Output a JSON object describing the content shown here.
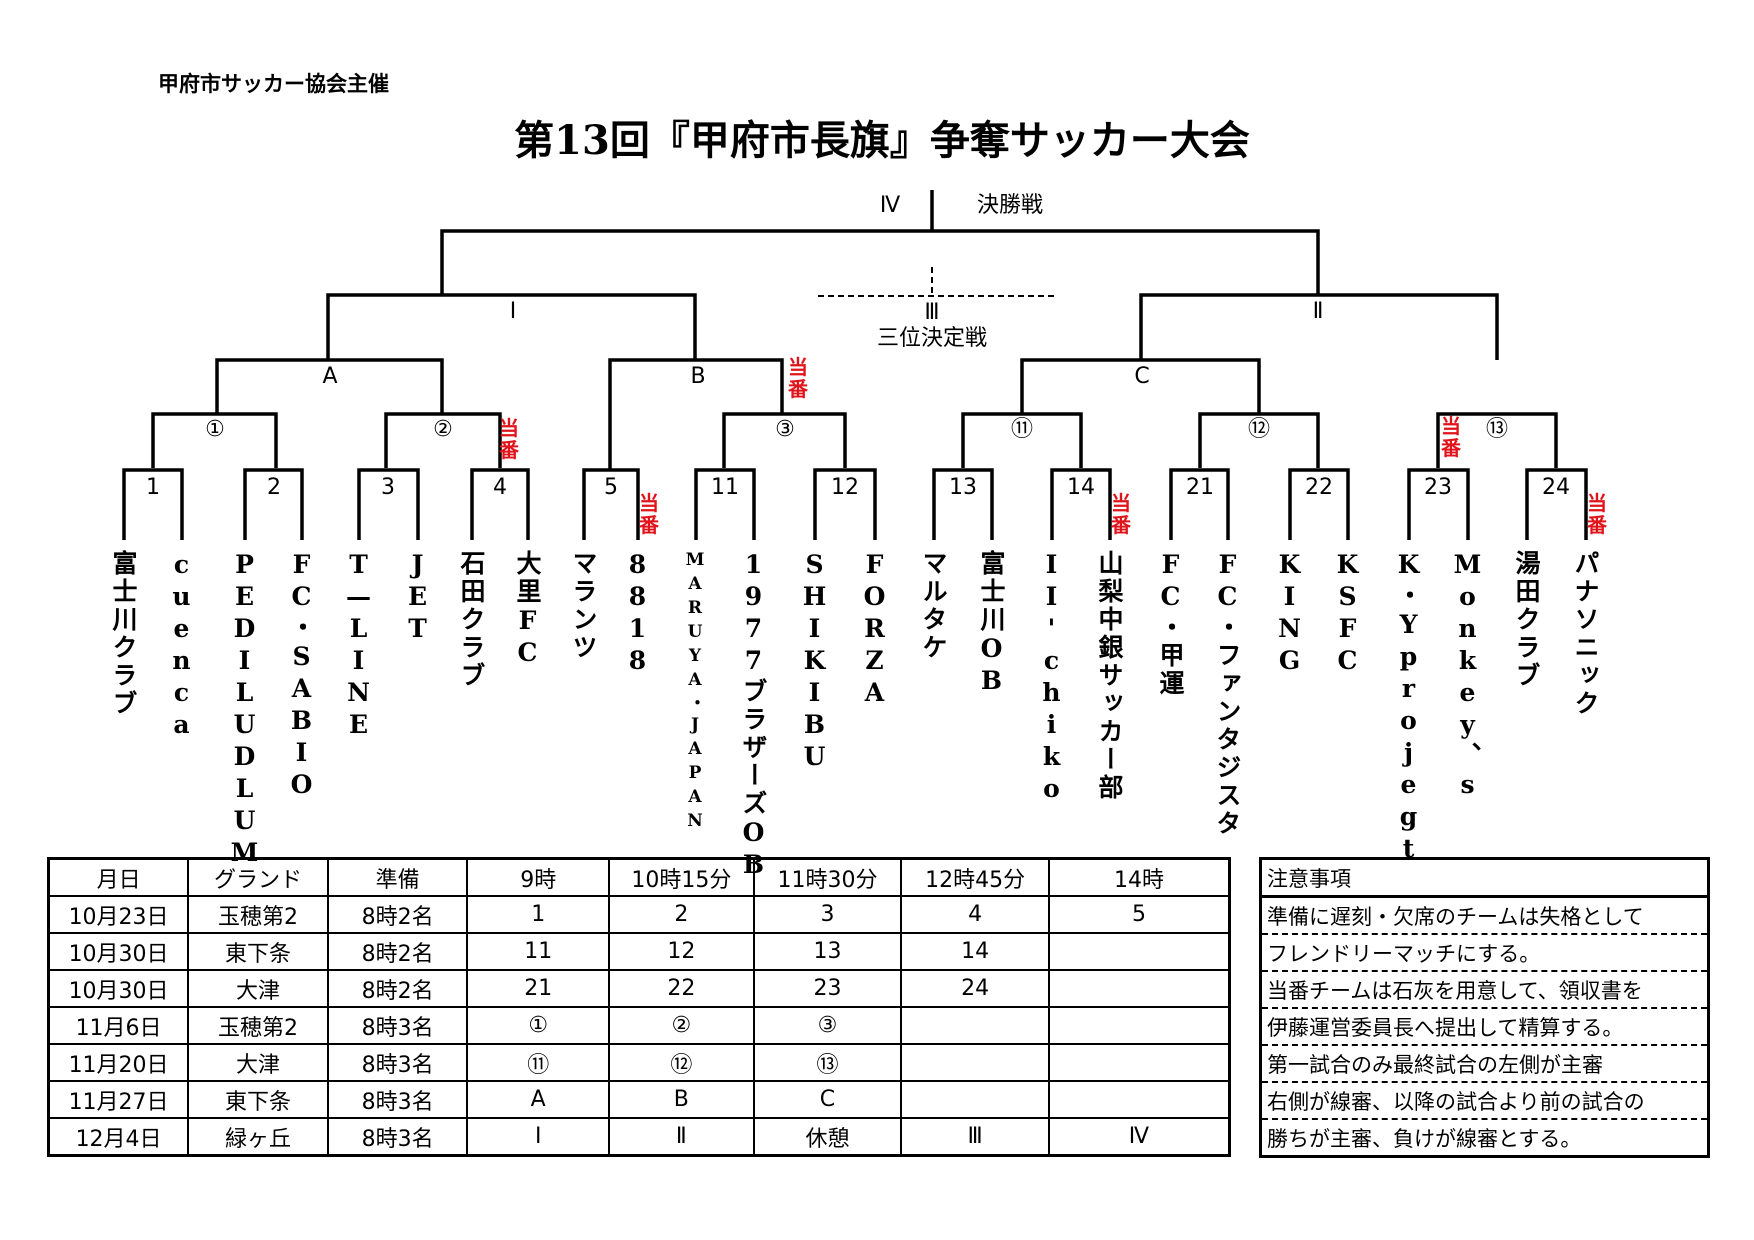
{
  "organizer": "甲府市サッカー協会主催",
  "title": "第13回『甲府市長旗』争奪サッカー大会",
  "bracket": {
    "final_roman": "Ⅳ",
    "final_label": "決勝戦",
    "third_roman": "Ⅲ",
    "third_label": "三位決定戦",
    "semi_left": "Ⅰ",
    "semi_right": "Ⅱ",
    "groups": [
      "A",
      "B",
      "C"
    ],
    "rounds": [
      "①",
      "②",
      "③",
      "⑪",
      "⑫",
      "⑬"
    ],
    "matches": [
      "1",
      "2",
      "3",
      "4",
      "5",
      "11",
      "12",
      "13",
      "14",
      "21",
      "22",
      "23",
      "24"
    ],
    "toban": "当番",
    "teams": [
      "富士川クラブ",
      "cuenca",
      "PEDILUDLUM",
      "FC・SABIO",
      "T—LINE",
      "JET",
      "石田クラブ",
      "大里FC",
      "マランツ",
      "8818",
      "MARUYA・JAPAN",
      "1977ブラザーズOB",
      "SHIKIBU",
      "FORZA",
      "マルタケ",
      "富士川OB",
      "II'chiko",
      "山梨中銀サッカー部",
      "FC・甲運",
      "FC・ファンタジスタ",
      "KING",
      "KSFC",
      "K・Yprojegt",
      "Monkey、s",
      "湯田クラブ",
      "パナソニック"
    ]
  },
  "schedule": {
    "headers": [
      "月日",
      "グランド",
      "準備",
      "9時",
      "10時15分",
      "11時30分",
      "12時45分",
      "14時"
    ],
    "rows": [
      [
        "10月23日",
        "玉穂第2",
        "8時2名",
        "1",
        "2",
        "3",
        "4",
        "5"
      ],
      [
        "10月30日",
        "東下条",
        "8時2名",
        "11",
        "12",
        "13",
        "14",
        ""
      ],
      [
        "10月30日",
        "大津",
        "8時2名",
        "21",
        "22",
        "23",
        "24",
        ""
      ],
      [
        "11月6日",
        "玉穂第2",
        "8時3名",
        "①",
        "②",
        "③",
        "",
        ""
      ],
      [
        "11月20日",
        "大津",
        "8時3名",
        "⑪",
        "⑫",
        "⑬",
        "",
        ""
      ],
      [
        "11月27日",
        "東下条",
        "8時3名",
        "A",
        "B",
        "C",
        "",
        ""
      ],
      [
        "12月4日",
        "緑ヶ丘",
        "8時3名",
        "Ⅰ",
        "Ⅱ",
        "休憩",
        "Ⅲ",
        "Ⅳ"
      ]
    ]
  },
  "notes": {
    "title": "注意事項",
    "lines": [
      "準備に遅刻・欠席のチームは失格として",
      "フレンドリーマッチにする。",
      "当番チームは石灰を用意して、領収書を",
      "伊藤運営委員長へ提出して精算する。",
      "第一試合のみ最終試合の左側が主審",
      "右側が線審、以降の試合より前の試合の",
      "勝ちが主審、負けが線審とする。"
    ]
  }
}
